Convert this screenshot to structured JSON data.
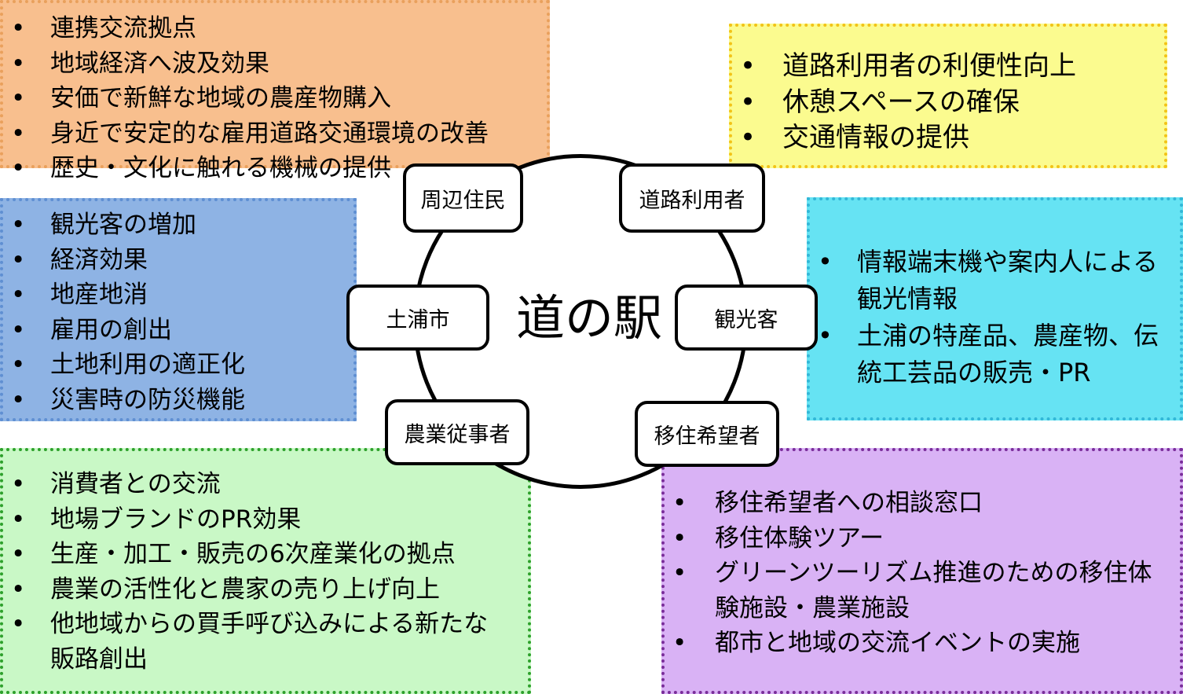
{
  "center_title": "道の駅",
  "nodes": {
    "residents": "周辺住民",
    "road_users": "道路利用者",
    "city": "土浦市",
    "tourists": "観光客",
    "farmers": "農業従事者",
    "migrants": "移住希望者"
  },
  "panels": {
    "residents": {
      "items": [
        "連携交流拠点",
        "地域経済へ波及効果",
        "安価で新鮮な地域の農産物購入",
        "身近で安定的な雇用道路交通環境の改善",
        "歴史・文化に触れる機械の提供"
      ]
    },
    "road_users": {
      "items": [
        "道路利用者の利便性向上",
        "休憩スペースの確保",
        "交通情報の提供"
      ]
    },
    "city": {
      "items": [
        "観光客の増加",
        "経済効果",
        "地産地消",
        "雇用の創出",
        "土地利用の適正化",
        "災害時の防災機能"
      ]
    },
    "tourists": {
      "items": [
        "情報端末機や案内人による観光情報",
        "土浦の特産品、農産物、伝統工芸品の販売・PR"
      ]
    },
    "farmers": {
      "items": [
        "消費者との交流",
        "地場ブランドのPR効果",
        "生産・加工・販売の6次産業化の拠点",
        "農業の活性化と農家の売り上げ向上",
        "他地域からの買手呼び込みによる新たな販路創出"
      ]
    },
    "migrants": {
      "items": [
        "移住希望者への相談窓口",
        "移住体験ツアー",
        "グリーンツーリズム推進のための移住体験施設・農業施設",
        "都市と地域の交流イベントの実施"
      ]
    }
  },
  "colors": {
    "residents_fill": "#f8bf8e",
    "road_users_fill": "#fbfb8f",
    "city_fill": "#8eb3e4",
    "tourists_fill": "#66e3f3",
    "farmers_fill": "#c9f8c6",
    "migrants_fill": "#d9b2f5"
  }
}
